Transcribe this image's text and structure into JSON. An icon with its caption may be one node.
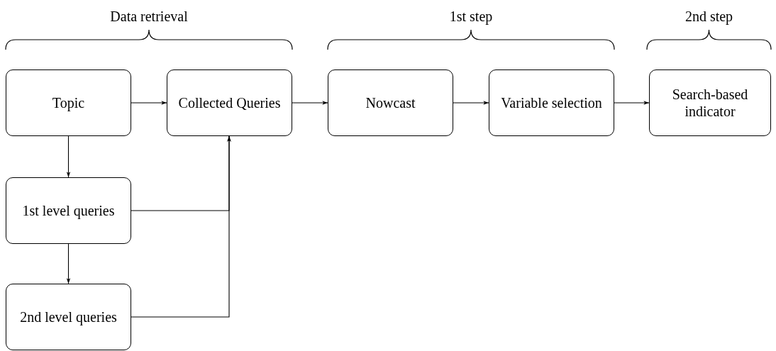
{
  "diagram": {
    "nodes": [
      {
        "text": [
          "Topic"
        ]
      },
      {
        "text": [
          "Collected Queries"
        ]
      },
      {
        "text": [
          "Nowcast"
        ]
      },
      {
        "text": [
          "Variable selection"
        ]
      },
      {
        "text": [
          "Search-based indicator"
        ]
      },
      {
        "text": [
          "1st level queries"
        ]
      },
      {
        "text": [
          "2nd level queries"
        ]
      }
    ],
    "edges": [
      {
        "from": 0,
        "to": 1,
        "arrow": "to"
      },
      {
        "from": 1,
        "to": 2,
        "arrow": "to"
      },
      {
        "from": 2,
        "to": 3,
        "arrow": "to"
      },
      {
        "from": 3,
        "to": 4,
        "arrow": "to"
      },
      {
        "from": 0,
        "to": 5,
        "arrow": "to"
      },
      {
        "from": 5,
        "to": 6,
        "arrow": "to"
      },
      {
        "from": 5,
        "to": 1,
        "arrow": "to"
      },
      {
        "from": 6,
        "to": 1,
        "arrow": "to"
      }
    ],
    "labels": [
      "Data retrieval",
      "1st step",
      "2nd step"
    ]
  }
}
